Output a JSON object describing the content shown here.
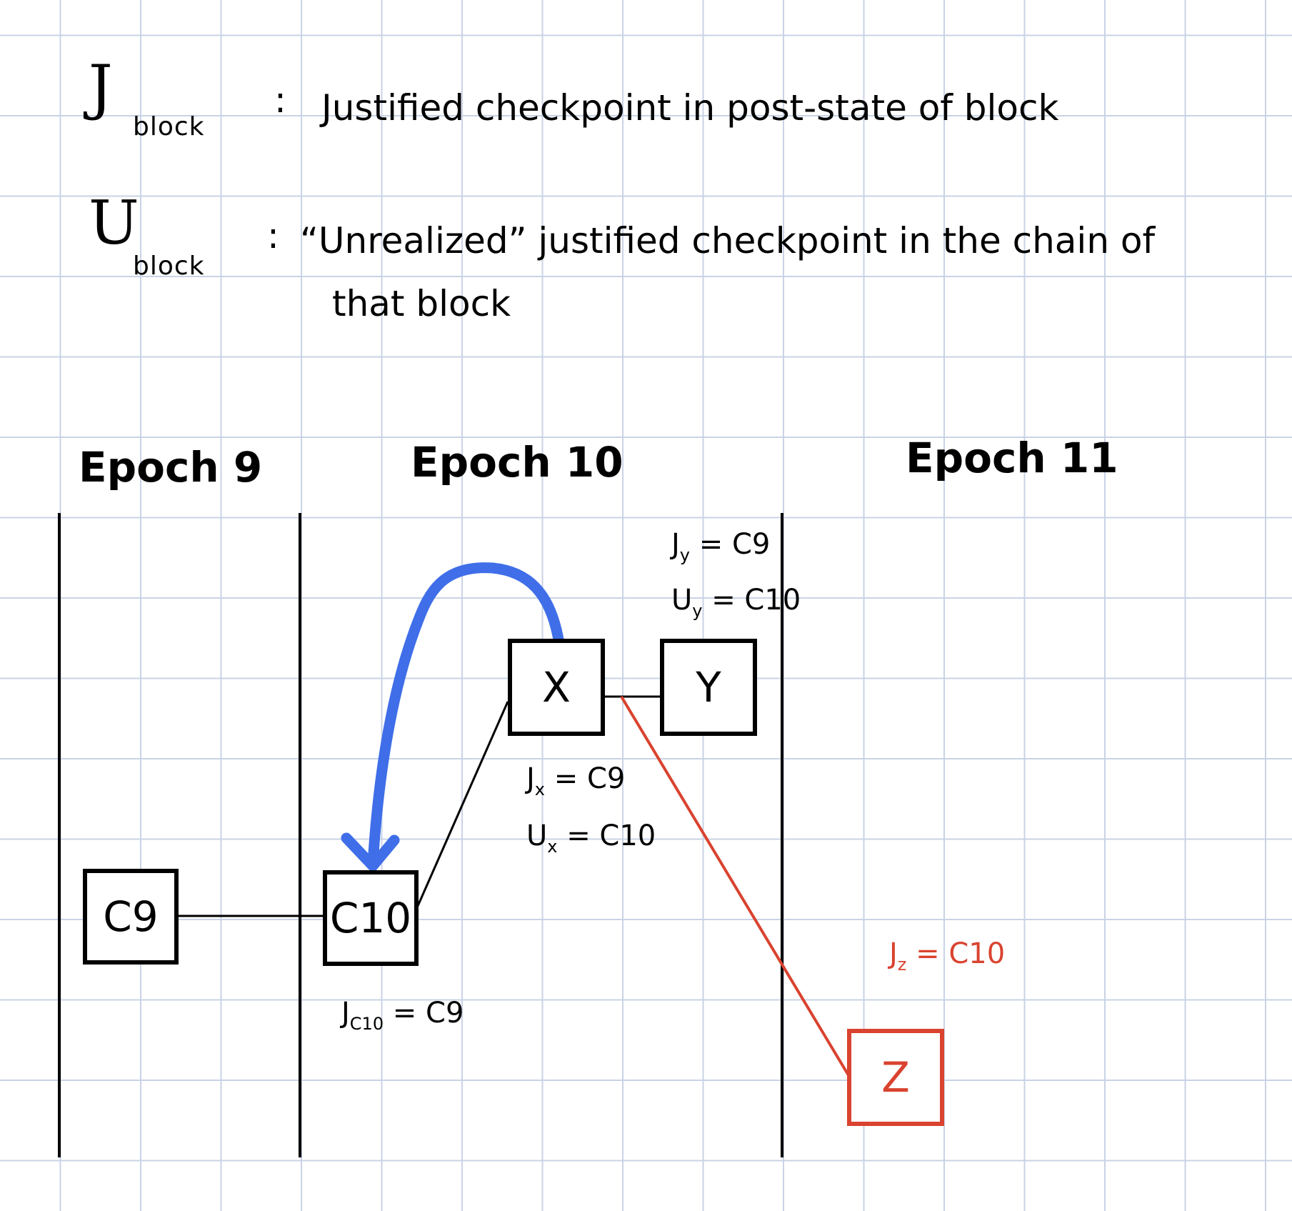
{
  "legend": {
    "j": {
      "symbol": "J",
      "subscript": "block",
      "colon": ":",
      "text": "Justified checkpoint in post-state of block"
    },
    "u": {
      "symbol": "U",
      "subscript": "block",
      "colon": ":",
      "text_line1": "“Unrealized” justified checkpoint in the chain of",
      "text_line2": "that block"
    }
  },
  "epochs": [
    "Epoch 9",
    "Epoch 10",
    "Epoch 11"
  ],
  "blocks": {
    "c9": "C9",
    "c10": "C10",
    "x": "X",
    "y": "Y",
    "z": "Z"
  },
  "annotations": {
    "jy": {
      "sym": "J",
      "sub": "y",
      "rest": " = C9"
    },
    "uy": {
      "sym": "U",
      "sub": "y",
      "rest": " = C10"
    },
    "jx": {
      "sym": "J",
      "sub": "x",
      "rest": " = C9"
    },
    "ux": {
      "sym": "U",
      "sub": "x",
      "rest": " = C10"
    },
    "jc10": {
      "sym": "J",
      "sub": "C10",
      "rest": " = C9"
    },
    "jz": {
      "sym": "J",
      "sub": "z",
      "rest": " = C10"
    }
  },
  "colors": {
    "ink": "#000000",
    "arrow": "#3f6ee8",
    "red": "#d9432f",
    "grid": "#c9d3e6"
  }
}
